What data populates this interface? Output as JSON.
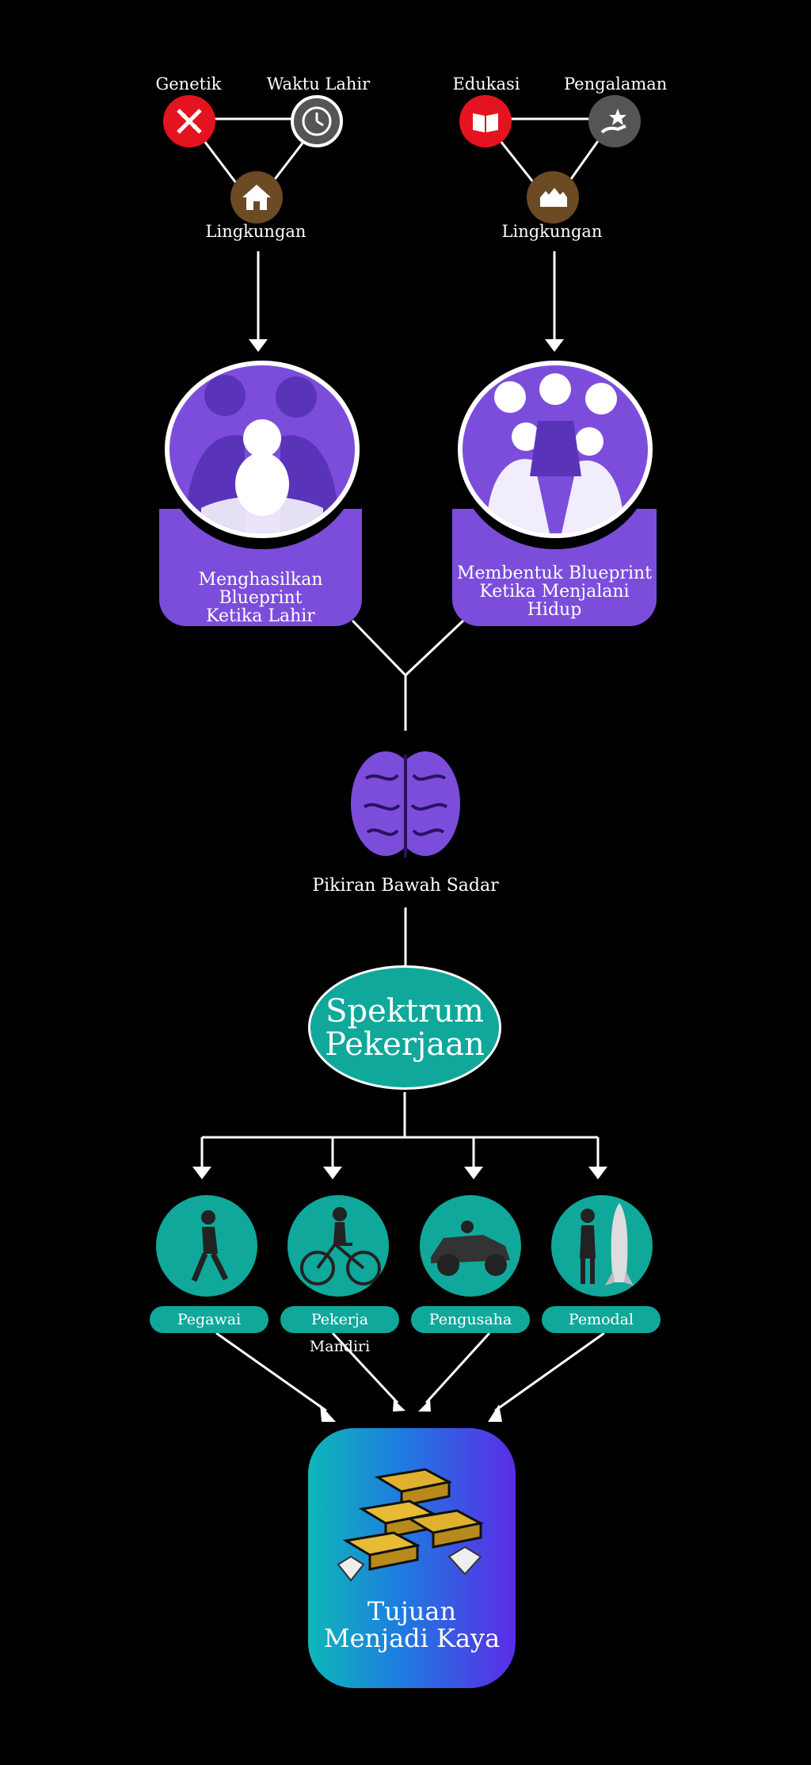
{
  "top_left": {
    "genetik": "Genetik",
    "waktu_lahir": "Waktu Lahir",
    "lingkungan": "Lingkungan"
  },
  "top_right": {
    "edukasi": "Edukasi",
    "pengalaman": "Pengalaman",
    "lingkungan": "Lingkungan"
  },
  "blueprints": [
    {
      "title": "Menghasilkan Blueprint",
      "subtitle": "Ketika Lahir"
    },
    {
      "title": "Membentuk Blueprint",
      "subtitle": "Ketika Menjalani Hidup"
    }
  ],
  "brain_label": "Pikiran Bawah Sadar",
  "spektrum": {
    "line1": "Spektrum",
    "line2": "Pekerjaan"
  },
  "jobs": [
    {
      "label": "Pegawai",
      "icon": "walking-man-icon"
    },
    {
      "label": "Pekerja Mandiri",
      "icon": "bicycle-icon"
    },
    {
      "label": "Pengusaha",
      "icon": "car-icon"
    },
    {
      "label": "Pemodal",
      "icon": "rocket-icon"
    }
  ],
  "goal": {
    "line1": "Tujuan",
    "line2": "Menjadi Kaya"
  },
  "colors": {
    "purple": "#7c4ddb",
    "teal": "#10a89b",
    "red": "#e3141f",
    "gray": "#555555",
    "brown": "#6b4a24"
  }
}
